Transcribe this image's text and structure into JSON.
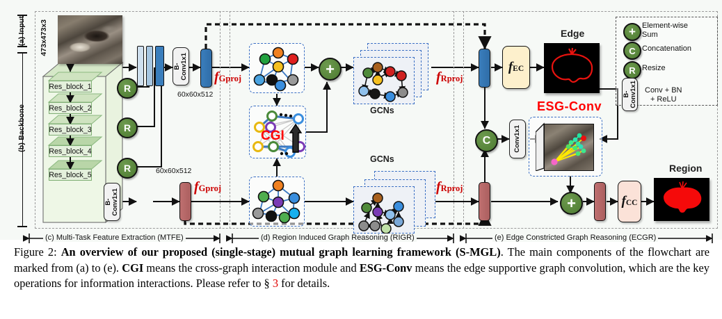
{
  "figure": {
    "input_dim_label": "473x473x3",
    "axis_labels": {
      "input": "(a) Input",
      "backbone": "(b) Backbone"
    },
    "backbone_blocks": [
      "Res_block_1",
      "Res_block_2",
      "Res_block_3",
      "Res_block_4",
      "Res_block_5"
    ],
    "conv_label": "B-\nConv1x1",
    "conv_label_line1": "B-",
    "conv_label_line2": "Conv1x1",
    "conv1x1_label": "Conv1x1",
    "dim_edge": "60x60x512",
    "dim_region": "60x60x512",
    "f_gproj": "Gproj",
    "f_rproj": "Rproj",
    "f_ec": "EC",
    "f_cc": "CC",
    "f_symbol": "f",
    "cgi_label": "CGI",
    "esg_conv_label": "ESG-Conv",
    "gcns_label_top": "GCNs",
    "gcns_label_bottom": "GCNs",
    "edge_output_label": "Edge",
    "region_output_label": "Region",
    "resize_glyph": "R",
    "sum_glyph": "+",
    "concat_glyph": "C",
    "sections": [
      {
        "id": "c",
        "text": "(c) Multi-Task Feature Extraction (MTFE)"
      },
      {
        "id": "d",
        "text": "(d) Region Induced Graph Reasoning (RIGR)"
      },
      {
        "id": "e",
        "text": "(e) Edge Constricted Graph Reasoning (ECGR)"
      }
    ],
    "legend": {
      "items": [
        {
          "glyph": "+",
          "label_line1": "Element-wise",
          "label_line2": "Sum"
        },
        {
          "glyph": "C",
          "label_line1": "Concatenation",
          "label_line2": ""
        },
        {
          "glyph": "R",
          "label_line1": "Resize",
          "label_line2": ""
        }
      ],
      "conv_item": {
        "box_line1": "B-",
        "box_line2": "Conv1x1",
        "label_line1": "Conv + BN",
        "label_line2": "+ ReLU"
      }
    },
    "colors": {
      "red_accent": "#cc0000",
      "graph_border": "#3b6fc4",
      "op_green": "#4c7a31",
      "blue_slab": "#2f6da8",
      "red_slab": "#ab5f5f",
      "backbone_green": "#e4f0dc"
    }
  },
  "caption": {
    "prefix": "Figure 2: ",
    "bold1": "An overview of our proposed (single-stage) mutual graph learning framework (S-MGL)",
    "mid1": ". The main components of the flowchart are marked from (a) to (e). ",
    "bold2": "CGI",
    "mid2": " means the cross-graph interaction module and ",
    "bold3": "ESG-Conv",
    "mid3": " means the edge supportive graph convolution, which are the key operations for information interactions. Please refer to § ",
    "ref": "3",
    "suffix": " for details."
  }
}
